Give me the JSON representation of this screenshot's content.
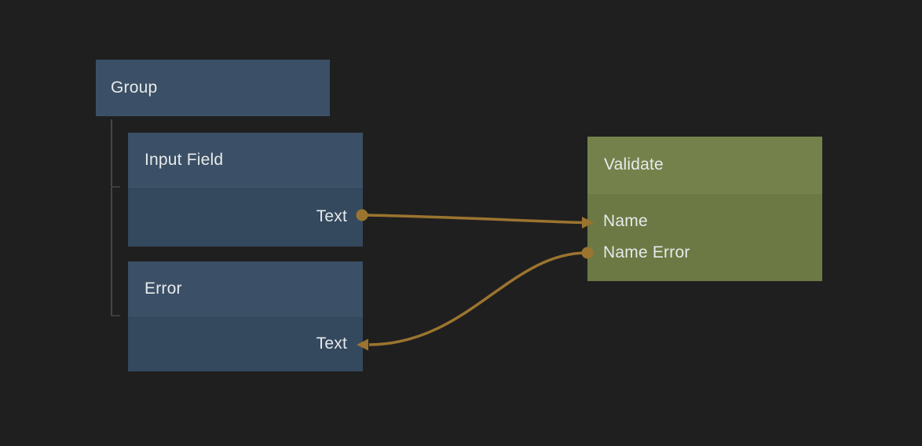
{
  "canvas": {
    "background": "#1f1f1f",
    "tree_line_color": "#464646"
  },
  "colors": {
    "node_blue_header": "#3b5066",
    "node_blue_body": "#34495e",
    "node_green_header": "#74814b",
    "node_green_body": "#6c7944",
    "wire": "#9b742f",
    "text": "#e8eaeb"
  },
  "nodes": [
    {
      "id": "group",
      "title": "Group",
      "scheme": "blue",
      "ports": []
    },
    {
      "id": "input-field",
      "title": "Input Field",
      "scheme": "blue",
      "ports": [
        {
          "label": "Text",
          "side": "right",
          "role": "output"
        }
      ]
    },
    {
      "id": "error",
      "title": "Error",
      "scheme": "blue",
      "ports": [
        {
          "label": "Text",
          "side": "right",
          "role": "input"
        }
      ]
    },
    {
      "id": "validate",
      "title": "Validate",
      "scheme": "green",
      "ports": [
        {
          "label": "Name",
          "side": "left",
          "role": "input"
        },
        {
          "label": "Name Error",
          "side": "left",
          "role": "output"
        }
      ]
    }
  ],
  "hierarchy": {
    "parent": "Group",
    "children": [
      "Input Field",
      "Error"
    ]
  },
  "connections": [
    {
      "from_node": "Input Field",
      "from_port": "Text",
      "to_node": "Validate",
      "to_port": "Name"
    },
    {
      "from_node": "Validate",
      "from_port": "Name Error",
      "to_node": "Error",
      "to_port": "Text"
    }
  ]
}
